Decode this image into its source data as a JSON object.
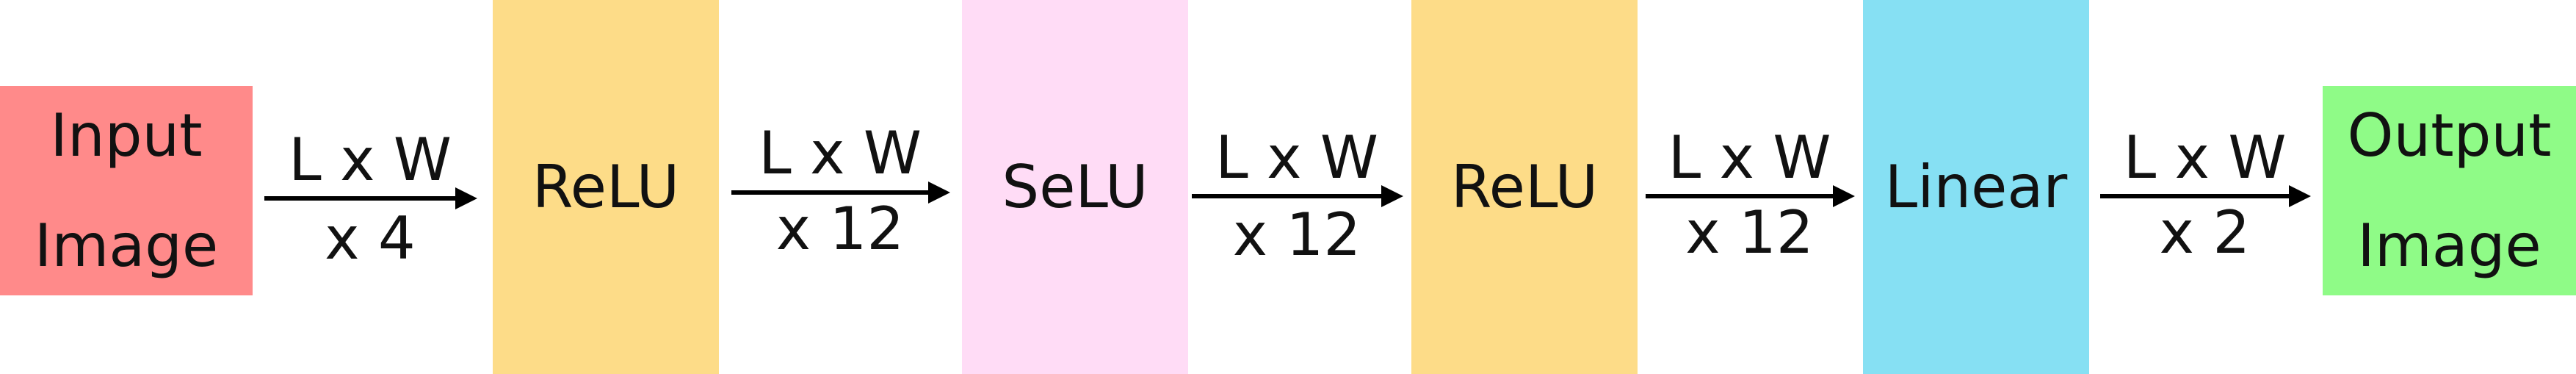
{
  "colors": {
    "input": "#ff8a8a",
    "relu": "#fddc88",
    "selu": "#ffdcf6",
    "linear": "#86e0f3",
    "output": "#8ffb87",
    "arrow": "#000000"
  },
  "blocks": [
    {
      "id": "input",
      "lines": [
        "Input",
        "Image"
      ]
    },
    {
      "id": "relu1",
      "lines": [
        "ReLU"
      ]
    },
    {
      "id": "selu",
      "lines": [
        "SeLU"
      ]
    },
    {
      "id": "relu2",
      "lines": [
        "ReLU"
      ]
    },
    {
      "id": "linear",
      "lines": [
        "Linear"
      ]
    },
    {
      "id": "output",
      "lines": [
        "Output",
        "Image"
      ]
    }
  ],
  "edges": [
    {
      "top": "L x W",
      "bottom": "x 4"
    },
    {
      "top": "L x W",
      "bottom": "x 12"
    },
    {
      "top": "L x W",
      "bottom": "x 12"
    },
    {
      "top": "L x W",
      "bottom": "x 12"
    },
    {
      "top": "L x W",
      "bottom": "x 2"
    }
  ]
}
